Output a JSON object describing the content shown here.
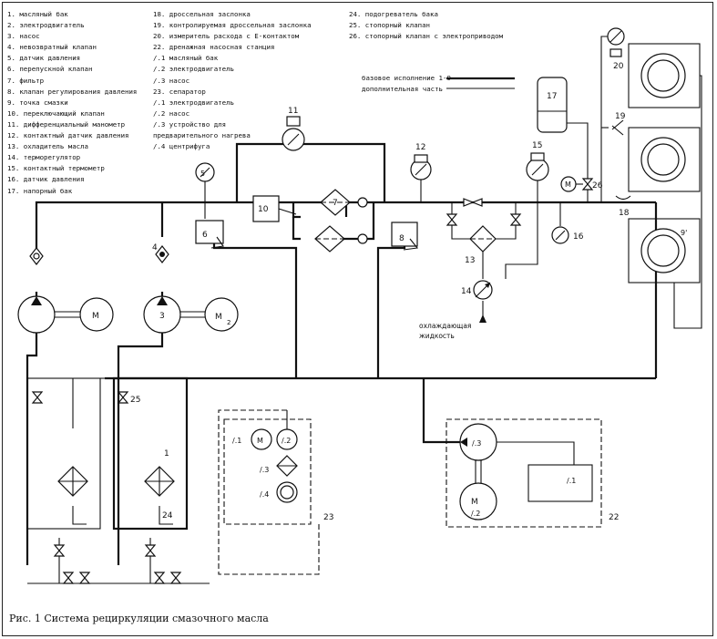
{
  "legend": {
    "col1": [
      "1. масляный бак",
      "2. электродвигатель",
      "3. насос",
      "4. невозвратный клапан",
      "5. датчик давления",
      "6. перепускной клапан",
      "7. фильтр",
      "8. клапан регулирования давления",
      "9. точка смазки",
      "10. переключающий клапан",
      "11. дифференциальный манометр",
      "12. контактный датчик давления",
      "13. охладитель масла",
      "14. терморегулятор",
      "15. контактный термометр",
      "16. датчик давления",
      "17. напорный бак"
    ],
    "col2": [
      "18. дроссельная заслонка",
      "19. контролируемая дроссельная заслонка",
      "20. измеритель расхода с E-контактом",
      "22. дренажная насосная станция",
      "/.1 масляный бак",
      "/.2 электродвигатель",
      "/.3 насос",
      "23. сепаратор",
      "/.1 электродвигатель",
      "/.2 насос",
      "/.3 устройство для",
      "предварительного нагрева",
      "/.4 центрифуга"
    ],
    "col3": [
      "24. подогреватель бака",
      "25. стопорный клапан",
      "26. стопорный клапан с электроприводом"
    ]
  },
  "linekey": {
    "base": "базовое исполнение 1-9",
    "extra": "дополнительная часть"
  },
  "labels": {
    "n1": "1",
    "n3": "3",
    "n4": "4",
    "n5": "5",
    "n6": "6",
    "n7": "7",
    "n8": "8",
    "n9": "9'",
    "n10": "10",
    "n11": "11",
    "n12": "12",
    "n13": "13",
    "n14": "14",
    "n15": "15",
    "n16": "16",
    "n17": "17",
    "n18": "18",
    "n19": "19",
    "n20": "20",
    "n22": "22",
    "n23": "23",
    "n24": "24",
    "n25": "25",
    "n26": "26",
    "motor": "M",
    "motor_sub": "2",
    "sep_1": "/.1",
    "sep_2": "/.2",
    "sep_3": "/.3",
    "sep_4": "/.4",
    "dr_1": "/.1",
    "dr_2": "/.2",
    "dr_3": "/.3",
    "coolant_1": "охлаждающая",
    "coolant_2": "жидкость"
  },
  "caption": "Рис. 1 Система рециркуляции смазочного масла"
}
